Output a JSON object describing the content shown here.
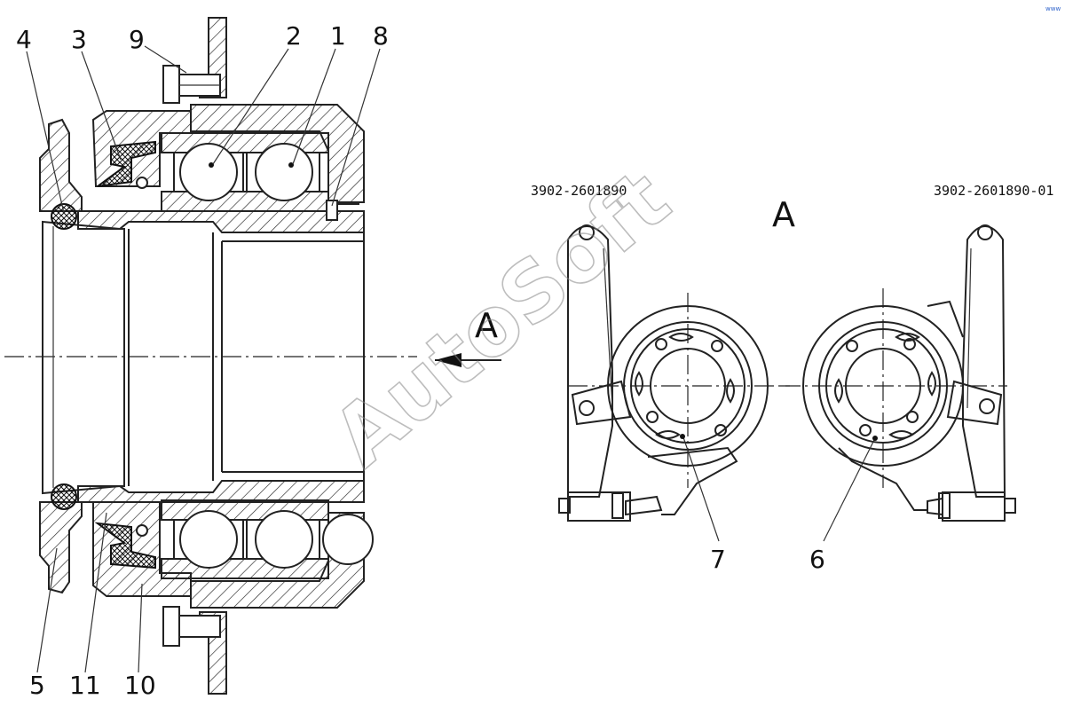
{
  "callouts": {
    "c1": "1",
    "c2": "2",
    "c3": "3",
    "c4": "4",
    "c5": "5",
    "c6": "6",
    "c7": "7",
    "c8": "8",
    "c9": "9",
    "c10": "10",
    "c11": "11"
  },
  "view_labels": {
    "arrow_label": "A",
    "view_title": "A"
  },
  "part_numbers": {
    "left": "3902-2601890",
    "right": "3902-2601890-01"
  },
  "watermark": "AutoSoft",
  "corner_mark": "www"
}
